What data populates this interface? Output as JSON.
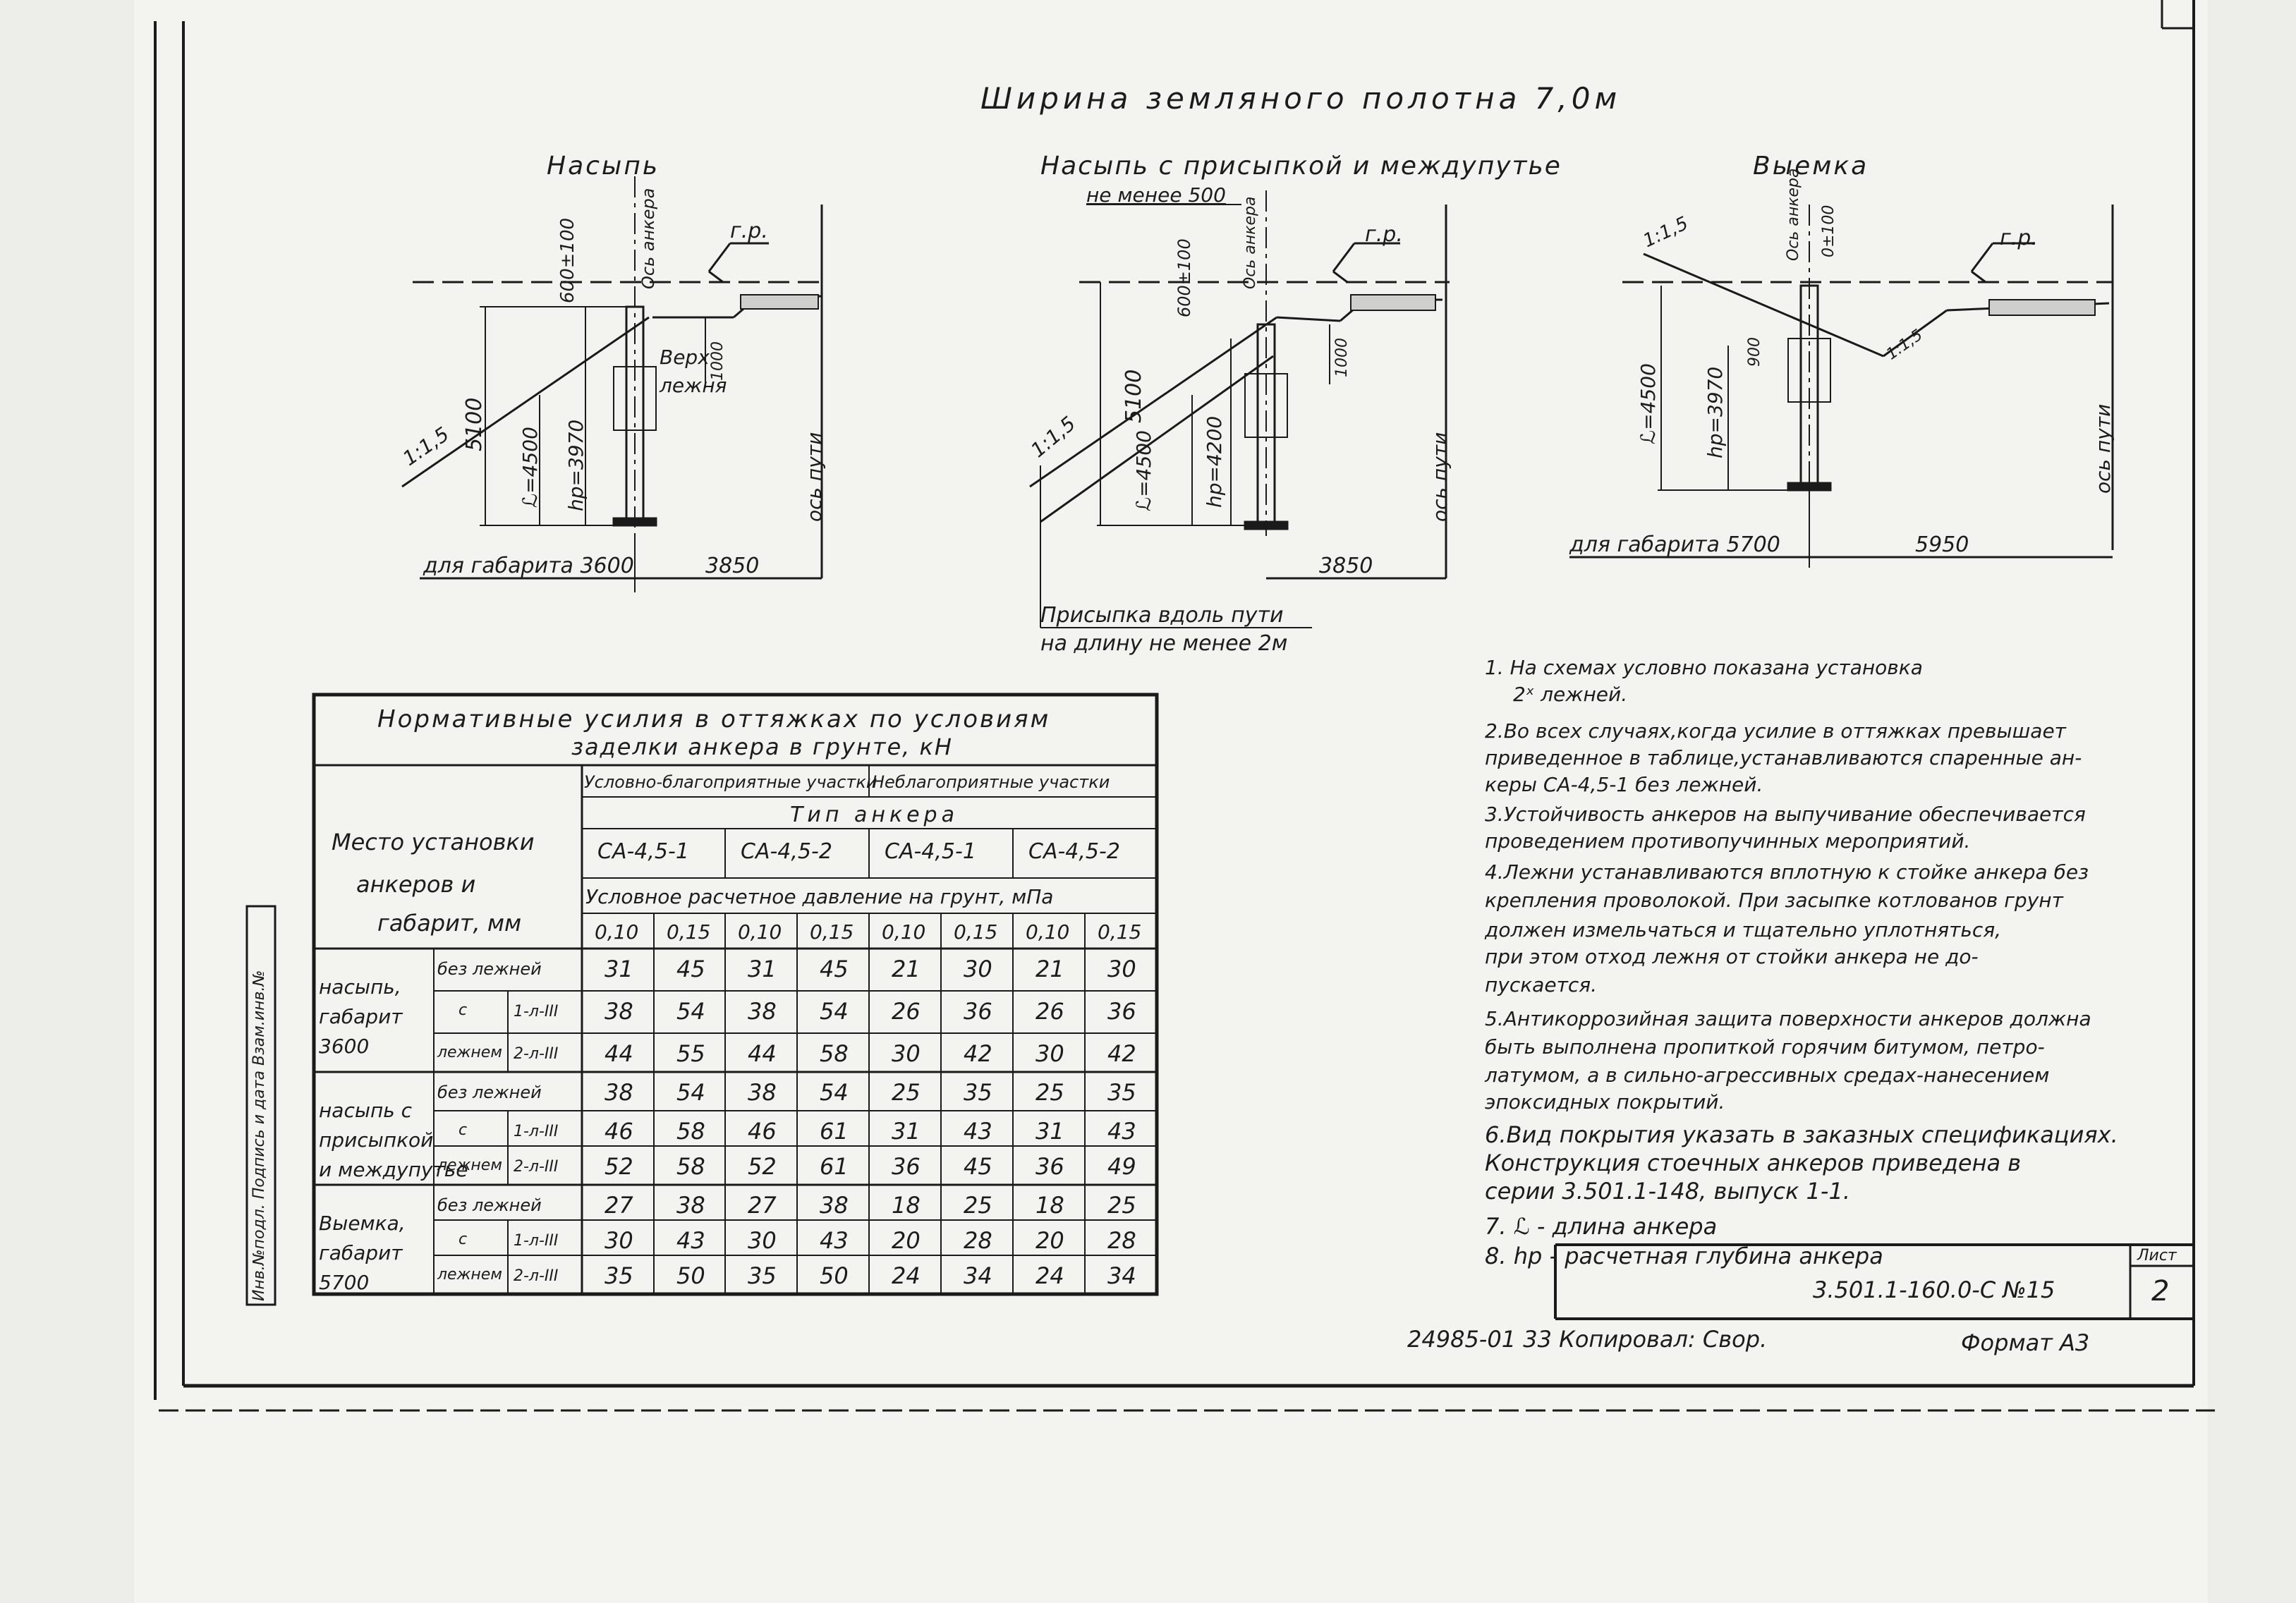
{
  "title": "Ширина земляного полотна 7,0м",
  "sections": {
    "nasyp": {
      "title": "Насыпь",
      "anchor_axis": "Ось анкера",
      "dim_600": "600±100",
      "gr": "г.р.",
      "dim_5100": "5100",
      "slope": "1:1,5",
      "L": "ℒ=4500",
      "hp": "hр=3970",
      "verh": "Верх",
      "lezhnya": "лежня",
      "dim_1000": "1000",
      "track_axis": "ось пути",
      "gabarit": "для габарита 3600",
      "dim_3850": "3850"
    },
    "nasyp_prisyp": {
      "title": "Насыпь с присыпкой и междупутье",
      "not_less": "не менее 500",
      "anchor_axis": "Ось анкера",
      "dim_600": "600±100",
      "gr": "г.р.",
      "dim_5100": "5100",
      "slope": "1:1,5",
      "L": "ℒ=4500",
      "hp": "hр=4200",
      "dim_1000": "1000",
      "track_axis": "ось пути",
      "dim_3850": "3850",
      "prisypka_1": "Присыпка вдоль пути",
      "prisypka_2": "на длину не менее 2м"
    },
    "vyemka": {
      "title": "Выемка",
      "slope": "1:1,5",
      "anchor_axis": "Ось анкера",
      "dim_0": "0±100",
      "gr": "г.р.",
      "slope2": "1:1,5",
      "dim_900": "900",
      "L": "ℒ=4500",
      "hp": "hр=3970",
      "track_axis": "ось пути",
      "gabarit": "для габарита 5700",
      "dim_5950": "5950"
    }
  },
  "table": {
    "title_1": "Нормативные усилия в оттяжках по условиям",
    "title_2": "заделки анкера в грунте, кН",
    "place_1": "Место установки",
    "place_2": "анкеров и",
    "place_3": "габарит, мм",
    "favorable": "Условно-благоприятные участки",
    "unfavorable": "Неблагоприятные участки",
    "anchor_type": "Тип анкера",
    "types": [
      "СА-4,5-1",
      "СА-4,5-2",
      "СА-4,5-1",
      "СА-4,5-2"
    ],
    "pressure": "Условное расчетное давление на грунт, мПа",
    "pressures": [
      "0,10",
      "0,15",
      "0,10",
      "0,15",
      "0,10",
      "0,15",
      "0,10",
      "0,15"
    ],
    "groups": [
      {
        "name_1": "насыпь,",
        "name_2": "габарит",
        "name_3": "3600",
        "rows": [
          {
            "a": "без лежней",
            "b": "",
            "v": [
              "31",
              "45",
              "31",
              "45",
              "21",
              "30",
              "21",
              "30"
            ]
          },
          {
            "a": "с",
            "b": "1-л-III",
            "v": [
              "38",
              "54",
              "38",
              "54",
              "26",
              "36",
              "26",
              "36"
            ]
          },
          {
            "a": "лежнем",
            "b": "2-л-III",
            "v": [
              "44",
              "55",
              "44",
              "58",
              "30",
              "42",
              "30",
              "42"
            ]
          }
        ]
      },
      {
        "name_1": "насыпь с",
        "name_2": "присыпкой",
        "name_3": "и междупутье",
        "rows": [
          {
            "a": "без лежней",
            "b": "",
            "v": [
              "38",
              "54",
              "38",
              "54",
              "25",
              "35",
              "25",
              "35"
            ]
          },
          {
            "a": "с",
            "b": "1-л-III",
            "v": [
              "46",
              "58",
              "46",
              "61",
              "31",
              "43",
              "31",
              "43"
            ]
          },
          {
            "a": "лежнем",
            "b": "2-л-III",
            "v": [
              "52",
              "58",
              "52",
              "61",
              "36",
              "45",
              "36",
              "49"
            ]
          }
        ]
      },
      {
        "name_1": "Выемка,",
        "name_2": "габарит",
        "name_3": "5700",
        "rows": [
          {
            "a": "без лежней",
            "b": "",
            "v": [
              "27",
              "38",
              "27",
              "38",
              "18",
              "25",
              "18",
              "25"
            ]
          },
          {
            "a": "с",
            "b": "1-л-III",
            "v": [
              "30",
              "43",
              "30",
              "43",
              "20",
              "28",
              "20",
              "28"
            ]
          },
          {
            "a": "лежнем",
            "b": "2-л-III",
            "v": [
              "35",
              "50",
              "35",
              "50",
              "24",
              "34",
              "24",
              "34"
            ]
          }
        ]
      }
    ]
  },
  "notes": [
    "1. На схемах условно показана установка",
    "2ˣ лежней.",
    "2.Во всех случаях,когда усилие в оттяжках превышает",
    "приведенное в таблице,устанавливаются спаренные ан-",
    "керы СА-4,5-1 без лежней.",
    "3.Устойчивость анкеров на выпучивание обеспечивается",
    "проведением противопучинных мероприятий.",
    "4.Лежни устанавливаются вплотную к стойке анкера без",
    "крепления проволокой. При засыпке котлованов грунт",
    "должен измельчаться и тщательно уплотняться,",
    "при этом отход лежня от стойки анкера не до-",
    "пускается.",
    "5.Антикоррозийная защита поверхности анкеров должна",
    "быть выполнена пропиткой горячим битумом, петро-",
    "латумом, а в сильно-агрессивных средах-нанесением",
    "эпоксидных покрытий.",
    "6.Вид покрытия указать в заказных спецификациях.",
    "Конструкция стоечных анкеров приведена в",
    "серии 3.501.1-148, выпуск 1-1.",
    "7. ℒ - длина анкера",
    "8. hр - расчетная глубина анкера"
  ],
  "stamp": {
    "code": "3.501.1-160.0-С №15",
    "sheet_label": "Лист",
    "sheet_no": "2"
  },
  "side_strip": "Инв.№подл. Подпись и дата Взам.инв.№",
  "copied": "24985-01 33 Копировал: Свор.",
  "format": "Формат А3"
}
